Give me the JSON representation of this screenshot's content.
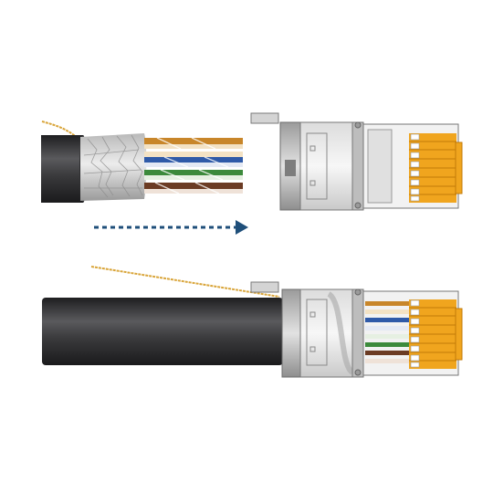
{
  "diagram": {
    "steps": [
      {
        "name": "stripped-cable",
        "state": "shielded cable with exposed foil and twisted pairs"
      },
      {
        "name": "assembled-connector",
        "state": "cable inserted into shielded modular plug"
      }
    ],
    "wire_colors": [
      "#c8862a",
      "#f3e2c4",
      "#2f5aa8",
      "#e4e9f4",
      "#3c8a3c",
      "#e6f0e2",
      "#6b3b24",
      "#efe2d8"
    ],
    "arrow_color": "#1f4f7a",
    "drain_wire_color": "#d9a53a",
    "contact_color": "#f0a51e",
    "cable_color": "#3f3f41"
  }
}
